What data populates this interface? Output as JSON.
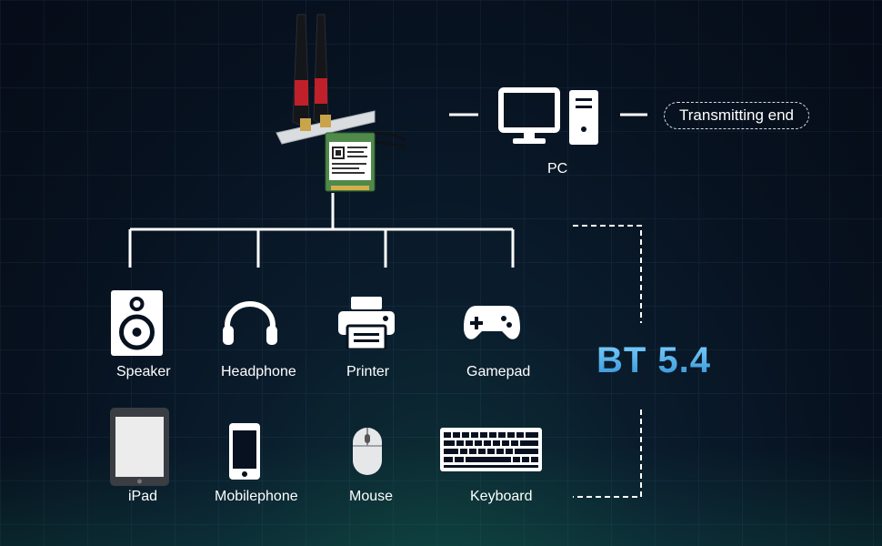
{
  "pc": {
    "label": "PC",
    "transmitting_label": "Transmitting end"
  },
  "bluetooth": {
    "version_label": "BT 5.4",
    "accent_color": "#4fb4ec"
  },
  "row1": [
    {
      "label": "Speaker",
      "icon": "speaker-icon"
    },
    {
      "label": "Headphone",
      "icon": "headphone-icon"
    },
    {
      "label": "Printer",
      "icon": "printer-icon"
    },
    {
      "label": "Gamepad",
      "icon": "gamepad-icon"
    }
  ],
  "row2": [
    {
      "label": "iPad",
      "icon": "tablet-icon"
    },
    {
      "label": "Mobilephone",
      "icon": "phone-icon"
    },
    {
      "label": "Mouse",
      "icon": "mouse-icon"
    },
    {
      "label": "Keyboard",
      "icon": "keyboard-icon"
    }
  ],
  "card": {
    "antenna_accent": "#c0202a",
    "board_color": "#4f8a4a"
  }
}
